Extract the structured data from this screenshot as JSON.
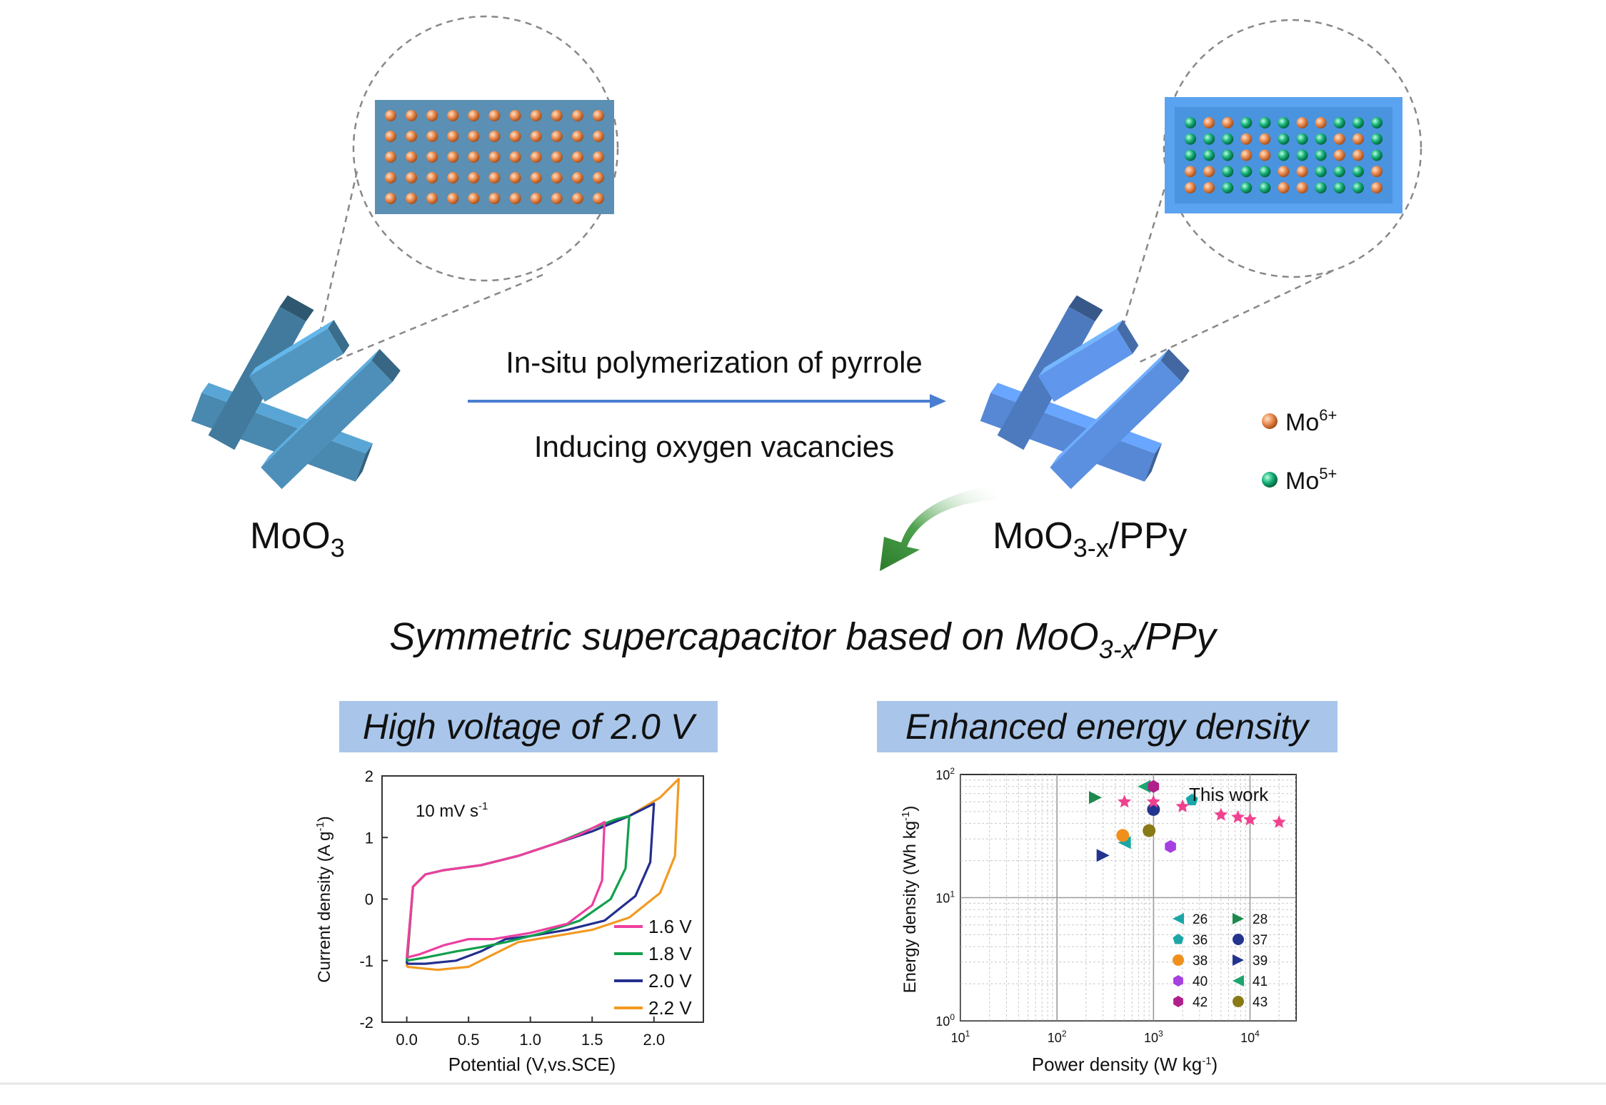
{
  "scheme": {
    "arrow_top": "In-situ polymerization of pyrrole",
    "arrow_bottom": "Inducing oxygen vacancies",
    "left_material": {
      "base": "MoO",
      "sub": "3",
      "tail": ""
    },
    "right_material": {
      "base": "MoO",
      "sub": "3-x",
      "tail": "/PPy"
    },
    "legend": [
      {
        "base": "Mo",
        "sup": "6+",
        "color": "#e98a4e"
      },
      {
        "base": "Mo",
        "sup": "5+",
        "color": "#16b079"
      }
    ],
    "subtitle": {
      "pre": "Symmetric supercapacitor based on MoO",
      "sub": "3-x",
      "post": "/PPy"
    },
    "colors": {
      "moo3_rods": "#4d8fb8",
      "moo3x_rods": "#5b8fe0",
      "lattice_left_bg": "#5b8fb4",
      "lattice_right_bg": "#4a93de",
      "label_bg": "#a9c6ea",
      "curved_arrow": "#2f8a35"
    }
  },
  "panels": {
    "left_label": "High voltage of 2.0 V",
    "right_label": "Enhanced energy density"
  },
  "chart_data": [
    {
      "type": "line",
      "xlabel": "Potential (V,vs.SCE)",
      "ylabel": "Current density (A g",
      "ylabel_sup": "-1",
      "ylabel_close": ")",
      "annotation": "10 mV s",
      "annotation_sup": "-1",
      "xlim": [
        -0.2,
        2.4
      ],
      "ylim": [
        -2,
        2
      ],
      "xticks": [
        "0.0",
        "0.5",
        "1.0",
        "1.5",
        "2.0"
      ],
      "xtick_values": [
        0,
        0.5,
        1.0,
        1.5,
        2.0
      ],
      "yticks": [
        "-2",
        "-1",
        "0",
        "1",
        "2"
      ],
      "ytick_values": [
        -2,
        -1,
        0,
        1,
        2
      ],
      "series": [
        {
          "name": "1.6 V",
          "color": "#ee3fa0",
          "upper": [
            [
              0,
              -0.95
            ],
            [
              0.05,
              0.2
            ],
            [
              0.15,
              0.4
            ],
            [
              0.3,
              0.47
            ],
            [
              0.6,
              0.55
            ],
            [
              0.9,
              0.7
            ],
            [
              1.2,
              0.9
            ],
            [
              1.4,
              1.05
            ],
            [
              1.55,
              1.2
            ],
            [
              1.6,
              1.25
            ]
          ],
          "lower": [
            [
              1.6,
              1.25
            ],
            [
              1.58,
              0.3
            ],
            [
              1.5,
              -0.1
            ],
            [
              1.3,
              -0.4
            ],
            [
              1.0,
              -0.55
            ],
            [
              0.7,
              -0.65
            ],
            [
              0.5,
              -0.65
            ],
            [
              0.3,
              -0.75
            ],
            [
              0.1,
              -0.9
            ],
            [
              0,
              -0.95
            ]
          ]
        },
        {
          "name": "1.8 V",
          "color": "#11a04c",
          "upper": [
            [
              0,
              -1.0
            ],
            [
              0.05,
              0.2
            ],
            [
              0.15,
              0.4
            ],
            [
              0.3,
              0.47
            ],
            [
              0.6,
              0.55
            ],
            [
              0.9,
              0.7
            ],
            [
              1.2,
              0.9
            ],
            [
              1.5,
              1.15
            ],
            [
              1.7,
              1.3
            ],
            [
              1.8,
              1.35
            ]
          ],
          "lower": [
            [
              1.8,
              1.35
            ],
            [
              1.77,
              0.5
            ],
            [
              1.65,
              0.0
            ],
            [
              1.4,
              -0.35
            ],
            [
              1.1,
              -0.55
            ],
            [
              0.8,
              -0.7
            ],
            [
              0.6,
              -0.78
            ],
            [
              0.4,
              -0.85
            ],
            [
              0.15,
              -0.95
            ],
            [
              0,
              -1.0
            ]
          ]
        },
        {
          "name": "2.0 V",
          "color": "#232f8f",
          "upper": [
            [
              0,
              -1.05
            ],
            [
              0.05,
              0.2
            ],
            [
              0.15,
              0.4
            ],
            [
              0.3,
              0.47
            ],
            [
              0.6,
              0.55
            ],
            [
              0.9,
              0.7
            ],
            [
              1.2,
              0.9
            ],
            [
              1.5,
              1.1
            ],
            [
              1.8,
              1.35
            ],
            [
              2.0,
              1.55
            ]
          ],
          "lower": [
            [
              2.0,
              1.55
            ],
            [
              1.97,
              0.6
            ],
            [
              1.85,
              0.05
            ],
            [
              1.6,
              -0.35
            ],
            [
              1.3,
              -0.5
            ],
            [
              1.0,
              -0.6
            ],
            [
              0.8,
              -0.65
            ],
            [
              0.6,
              -0.85
            ],
            [
              0.4,
              -1.0
            ],
            [
              0.15,
              -1.05
            ],
            [
              0,
              -1.05
            ]
          ]
        },
        {
          "name": "2.2 V",
          "color": "#f29a22",
          "upper": [
            [
              0,
              -1.1
            ],
            [
              0.05,
              0.2
            ],
            [
              0.15,
              0.4
            ],
            [
              0.3,
              0.47
            ],
            [
              0.6,
              0.55
            ],
            [
              0.9,
              0.7
            ],
            [
              1.2,
              0.9
            ],
            [
              1.5,
              1.1
            ],
            [
              1.8,
              1.35
            ],
            [
              2.05,
              1.65
            ],
            [
              2.2,
              1.95
            ]
          ],
          "lower": [
            [
              2.2,
              1.95
            ],
            [
              2.17,
              0.7
            ],
            [
              2.05,
              0.1
            ],
            [
              1.8,
              -0.3
            ],
            [
              1.5,
              -0.5
            ],
            [
              1.2,
              -0.6
            ],
            [
              0.9,
              -0.7
            ],
            [
              0.7,
              -0.9
            ],
            [
              0.5,
              -1.1
            ],
            [
              0.25,
              -1.15
            ],
            [
              0,
              -1.1
            ]
          ]
        }
      ]
    },
    {
      "type": "scatter",
      "xlabel": "Power density (W kg",
      "xlabel_sup": "-1",
      "xlabel_close": ")",
      "ylabel": "Energy density (Wh kg",
      "ylabel_sup": "-1",
      "ylabel_close": ")",
      "xscale": "log",
      "yscale": "log",
      "xlim": [
        10,
        30000
      ],
      "ylim": [
        1,
        100
      ],
      "xticks": [
        {
          "value": 10,
          "base": "10",
          "exp": "1"
        },
        {
          "value": 100,
          "base": "10",
          "exp": "2"
        },
        {
          "value": 1000,
          "base": "10",
          "exp": "3"
        },
        {
          "value": 10000,
          "base": "10",
          "exp": "4"
        }
      ],
      "yticks": [
        {
          "value": 1,
          "base": "10",
          "exp": "0"
        },
        {
          "value": 10,
          "base": "10",
          "exp": "1"
        },
        {
          "value": 100,
          "base": "10",
          "exp": "2"
        }
      ],
      "this_work_label": "This work",
      "this_work": {
        "color": "#f0418f",
        "points": [
          [
            500,
            60
          ],
          [
            1000,
            60
          ],
          [
            2000,
            55
          ],
          [
            5000,
            47
          ],
          [
            7500,
            45
          ],
          [
            10000,
            43
          ],
          [
            20000,
            41
          ]
        ]
      },
      "series": [
        {
          "name": "26",
          "marker": "tri-left",
          "color": "#1ca6a6",
          "points": [
            [
              500,
              28
            ]
          ]
        },
        {
          "name": "28",
          "marker": "tri-right",
          "color": "#1d8a4d",
          "points": [
            [
              250,
              65
            ]
          ]
        },
        {
          "name": "36",
          "marker": "pentagon",
          "color": "#1ca6a6",
          "points": [
            [
              2500,
              62
            ]
          ]
        },
        {
          "name": "37",
          "marker": "circle",
          "color": "#23348f",
          "points": [
            [
              1000,
              52
            ]
          ]
        },
        {
          "name": "38",
          "marker": "circle",
          "color": "#f0901c",
          "points": [
            [
              480,
              32
            ]
          ]
        },
        {
          "name": "39",
          "marker": "tri-right",
          "color": "#23348f",
          "points": [
            [
              300,
              22
            ]
          ]
        },
        {
          "name": "40",
          "marker": "hexagon",
          "color": "#a63fe0",
          "points": [
            [
              1500,
              26
            ]
          ]
        },
        {
          "name": "41",
          "marker": "tri-left",
          "color": "#1ca66e",
          "points": [
            [
              800,
              80
            ]
          ]
        },
        {
          "name": "42",
          "marker": "hexagon",
          "color": "#b0208a",
          "points": [
            [
              1000,
              80
            ]
          ]
        },
        {
          "name": "43",
          "marker": "circle",
          "color": "#8a7a16",
          "points": [
            [
              900,
              35
            ]
          ]
        }
      ]
    }
  ]
}
